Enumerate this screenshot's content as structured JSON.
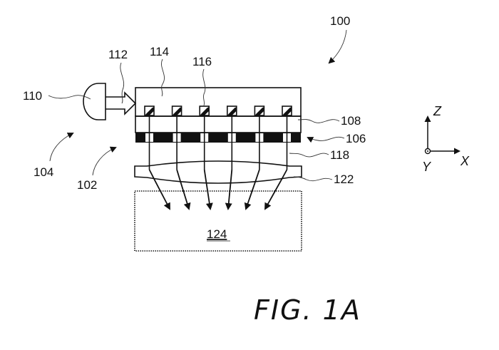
{
  "figure": {
    "title": "FIG. 1A",
    "overall_ref": "100",
    "refs": {
      "source": "110",
      "source_beam": "112",
      "waveguide": "114",
      "emitters": "116",
      "layer": "108",
      "mask_layer": "106",
      "channels": "118",
      "lens": "122",
      "target": "124",
      "subassembly_a": "104",
      "subassembly_b": "102"
    },
    "emitter_count": 6,
    "axes": {
      "up": "Z",
      "right": "X",
      "out_of_page": "Y"
    }
  }
}
